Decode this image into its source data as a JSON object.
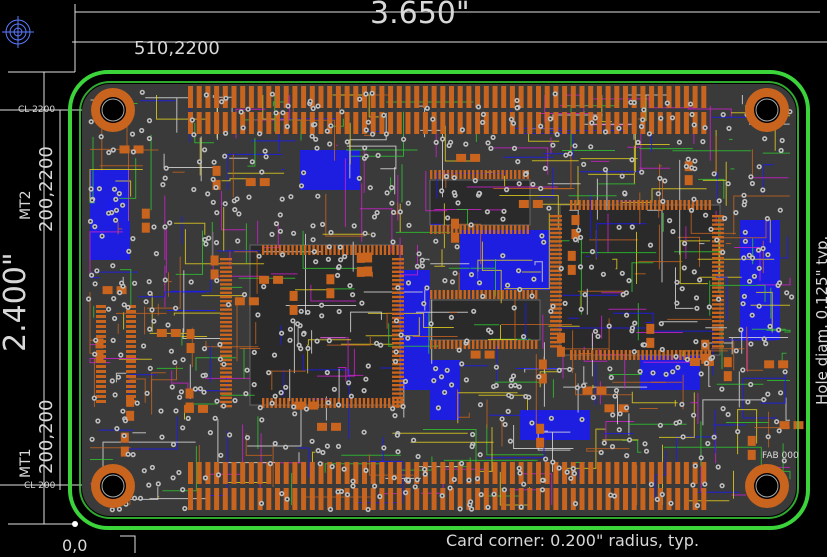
{
  "board": {
    "width_dim": "3.650\"",
    "height_dim": "2.400\"",
    "corner_note": "Card corner: 0.200\" radius, typ.",
    "origin": "0,0",
    "pad_510": "510,2200",
    "mt2_label": "MT2",
    "mt2_coords": "200,2200",
    "mt1_label": "MT1",
    "mt1_coords": "200,200",
    "cl2200": "CL 2200",
    "cl200": "CL 200",
    "hole_note": "Hole diam. 0.125\" typ.",
    "fab_note": "FAB 000",
    "colors": {
      "outline": "#3bd43b",
      "copper": "#c8641e",
      "via": "#bfbfbf",
      "blue": "#1a1aff",
      "magenta": "#d020d0",
      "yellow": "#e6d21e",
      "green": "#2ec82e",
      "dim": "#e0e0e0"
    }
  }
}
